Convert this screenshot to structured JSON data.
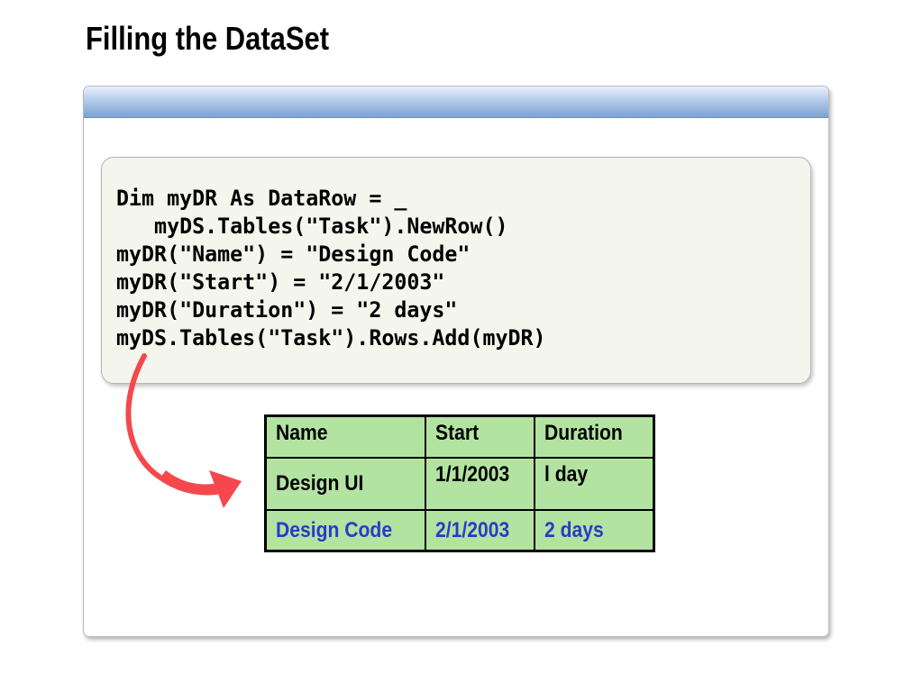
{
  "slide": {
    "title": "Filling the DataSet"
  },
  "code": {
    "lines": [
      "Dim myDR As DataRow = _",
      "   myDS.Tables(\"Task\").NewRow()",
      "myDR(\"Name\") = \"Design Code\"",
      "myDR(\"Start\") = \"2/1/2003\"",
      "myDR(\"Duration\") = \"2 days\"",
      "myDS.Tables(\"Task\").Rows.Add(myDR)"
    ]
  },
  "table": {
    "columns": [
      "Name",
      "Start",
      "Duration"
    ],
    "rows": [
      [
        "Design UI",
        "1/1/2003",
        "l day"
      ],
      [
        "Design Code",
        "2/1/2003",
        "2 days"
      ]
    ],
    "new_row_color": "#2b3bc7",
    "cell_background": "#b3e3a1"
  },
  "colors": {
    "arrow": "#f4484d",
    "header_bar": "#8fb0db",
    "code_background": "#f4f5ec"
  },
  "icons": {
    "arrow": "curved-arrow-icon"
  }
}
